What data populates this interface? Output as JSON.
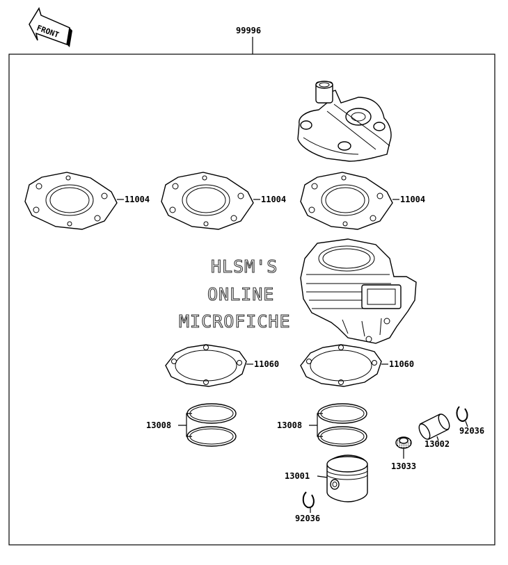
{
  "front_badge": "FRONT",
  "kit_number": "99996",
  "watermark": {
    "line1": "HLSM'S",
    "line2": "ONLINE",
    "line3": "MICROFICHE"
  },
  "parts": {
    "head_gasket_1": "11004",
    "head_gasket_2": "11004",
    "head_gasket_3": "11004",
    "base_gasket_1": "11060",
    "base_gasket_2": "11060",
    "ring_set_1": "13008",
    "ring_set_2": "13008",
    "clip_top": "92036",
    "piston_pin": "13002",
    "needle_bearing": "13033",
    "piston": "13001",
    "clip_bottom": "92036"
  }
}
